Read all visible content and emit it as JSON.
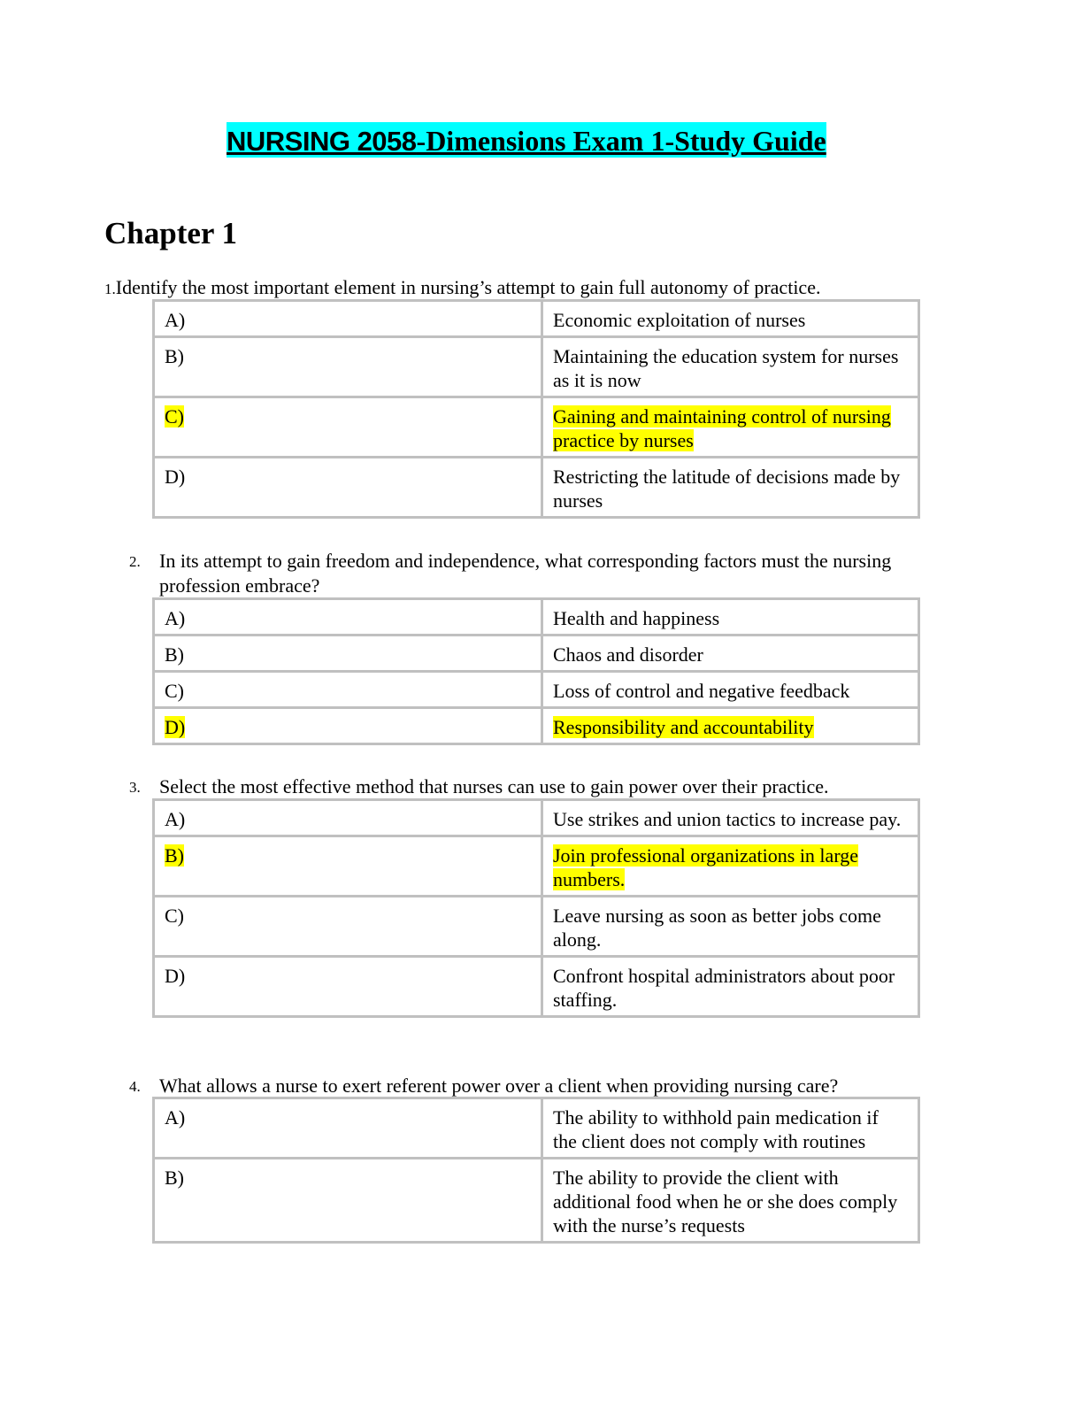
{
  "title": {
    "part1": "NURSING 2058",
    "part2": "-Dimensions Exam 1-Study Guide",
    "highlight_color": "#00ffff"
  },
  "chapter": "Chapter 1",
  "answer_highlight_color": "#ffff00",
  "questions": [
    {
      "number": "1.",
      "text": "Identify the most important element in nursing’s attempt to gain full autonomy of practice.",
      "options": [
        {
          "letter": "A)",
          "text": "Economic exploitation of nurses",
          "correct": false
        },
        {
          "letter": "B)",
          "text": "Maintaining the education system for nurses as it is now",
          "correct": false
        },
        {
          "letter": "C)",
          "text": "Gaining and maintaining control of nursing practice by nurses",
          "correct": true
        },
        {
          "letter": "D)",
          "text": "Restricting the latitude of decisions made by nurses",
          "correct": false
        }
      ]
    },
    {
      "number": "2.",
      "text": "In its attempt to gain freedom and independence, what corresponding factors must the nursing profession embrace?",
      "options": [
        {
          "letter": "A)",
          "text": "Health and happiness",
          "correct": false
        },
        {
          "letter": "B)",
          "text": "Chaos and disorder",
          "correct": false
        },
        {
          "letter": "C)",
          "text": "Loss of control and negative feedback",
          "correct": false
        },
        {
          "letter": "D)",
          "text": "Responsibility and accountability",
          "correct": true
        }
      ]
    },
    {
      "number": "3.",
      "text": "Select the most effective method that nurses can use to gain power over their practice.",
      "options": [
        {
          "letter": "A)",
          "text": "Use strikes and union tactics to increase pay.",
          "correct": false
        },
        {
          "letter": "B)",
          "text": "Join professional organizations in large numbers.",
          "correct": true
        },
        {
          "letter": "C)",
          "text": "Leave nursing as soon as better jobs come along.",
          "correct": false
        },
        {
          "letter": "D)",
          "text": "Confront hospital administrators about poor staffing.",
          "correct": false
        }
      ]
    },
    {
      "number": "4.",
      "text": "What allows a nurse to exert referent power over a client when providing nursing care?",
      "options": [
        {
          "letter": "A)",
          "text": "The ability to withhold pain medication if the client does not comply with routines",
          "correct": false
        },
        {
          "letter": "B)",
          "text": "The ability to provide the client with additional food when he or she does comply with the nurse’s requests",
          "correct": false
        }
      ]
    }
  ]
}
